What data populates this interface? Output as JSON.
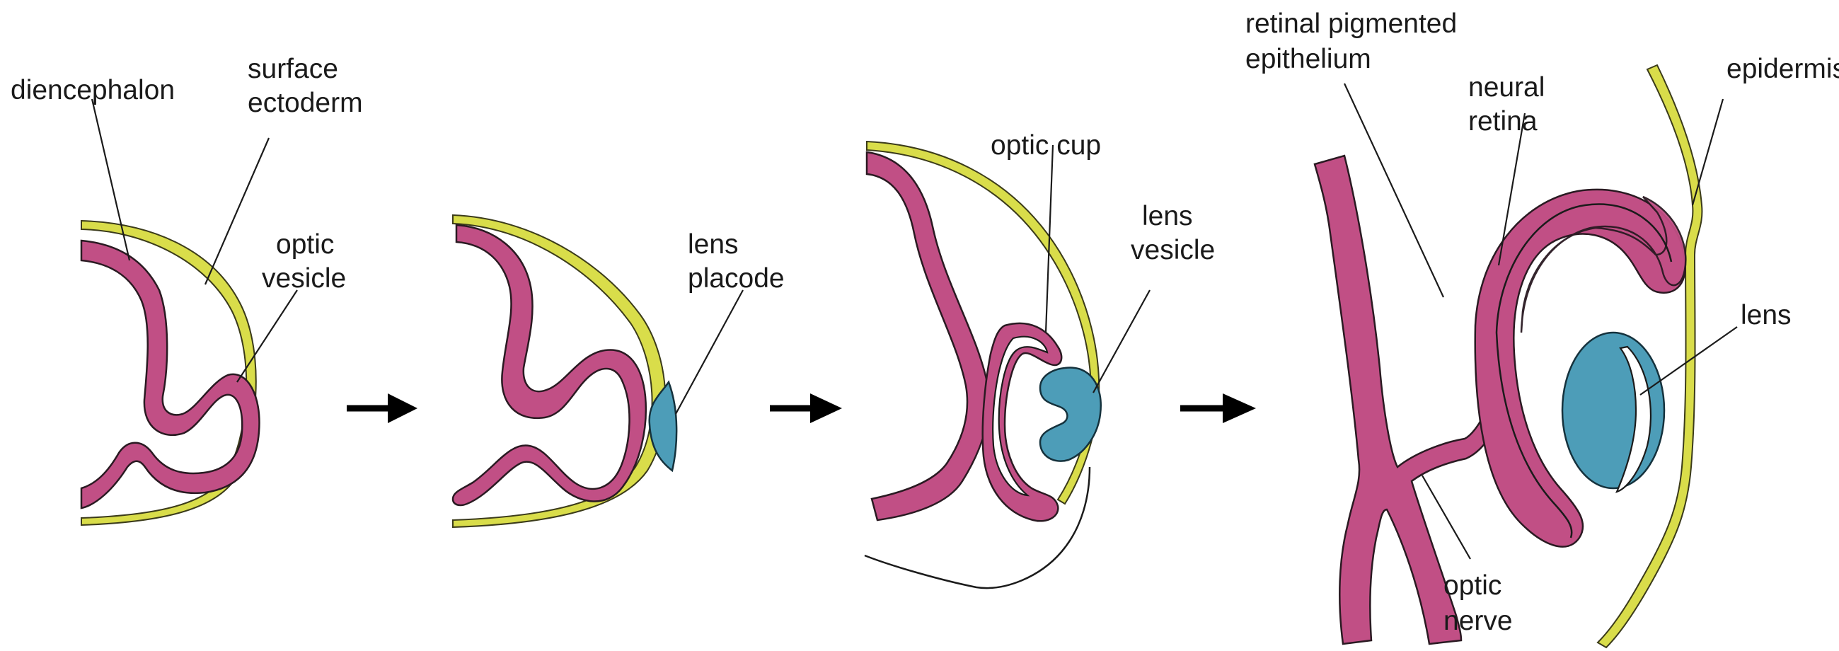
{
  "stage1": {
    "label_diencephalon": "diencephalon",
    "label_surface_1": "surface",
    "label_surface_2": "ectoderm",
    "label_optic_vesicle_1": "optic",
    "label_optic_vesicle_2": "vesicle"
  },
  "stage2": {
    "label_lens_placode_1": "lens",
    "label_lens_placode_2": "placode"
  },
  "stage3": {
    "label_optic_cup": "optic cup",
    "label_lens_vesicle_1": "lens",
    "label_lens_vesicle_2": "vesicle"
  },
  "stage4": {
    "label_rpe_1": "retinal pigmented",
    "label_rpe_2": "epithelium",
    "label_neural_retina_1": "neural",
    "label_neural_retina_2": "retina",
    "label_epidermis": "epidermis",
    "label_lens": "lens",
    "label_optic_nerve_1": "optic",
    "label_optic_nerve_2": "nerve"
  },
  "colors": {
    "neural_tissue": "#c14f85",
    "surface_ectoderm": "#d9dd4a",
    "lens_tissue": "#4d9db8",
    "arrow": "#000000"
  }
}
